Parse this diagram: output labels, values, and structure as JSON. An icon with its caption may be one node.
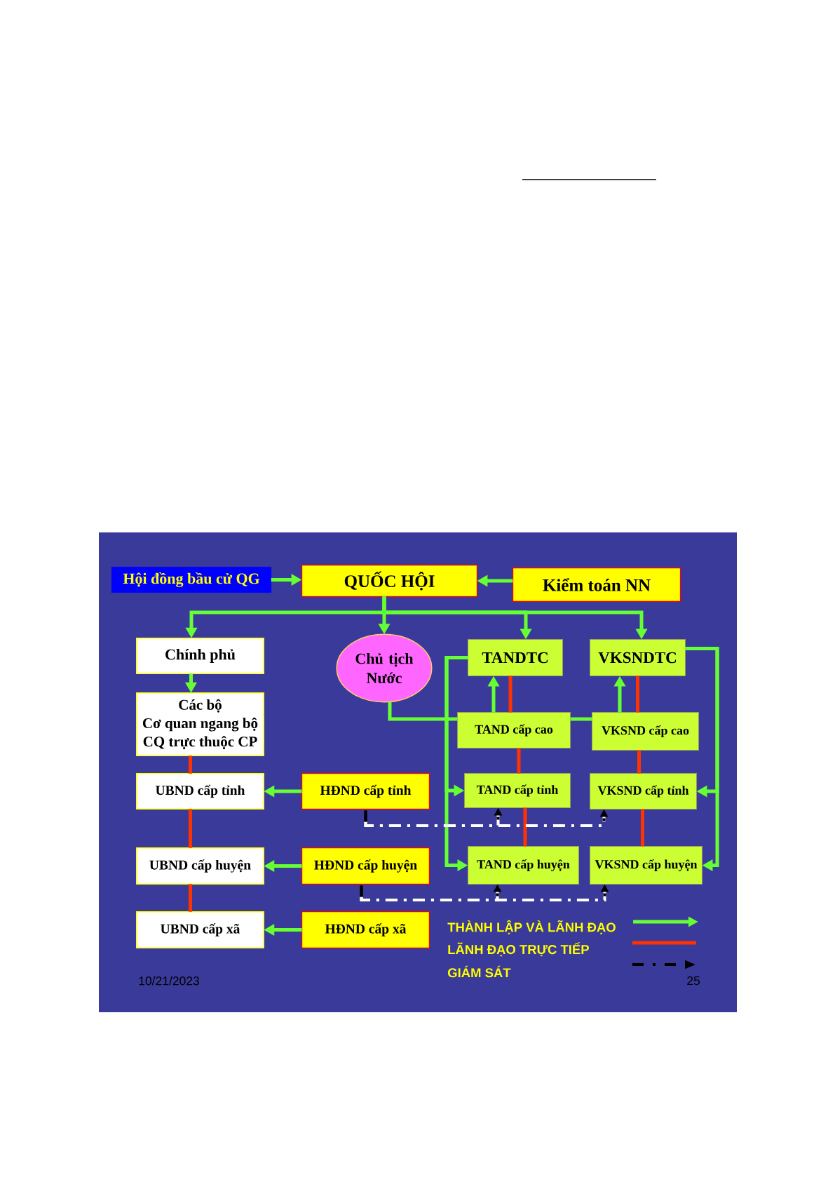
{
  "diagram": {
    "nodes": [
      {
        "text": [
          "Hội đồng bầu cử QG"
        ]
      },
      {
        "text": [
          "QUỐC HỘI"
        ]
      },
      {
        "text": [
          "Kiểm toán NN"
        ]
      },
      {
        "text": [
          "Chính phủ"
        ]
      },
      {
        "text": [
          "Chủ tịch Nước"
        ]
      },
      {
        "text": [
          "TANDTC"
        ]
      },
      {
        "text": [
          "VKSNDTC"
        ]
      },
      {
        "text": [
          "Các bộ",
          "Cơ quan ngang bộ",
          "CQ trực thuộc CP"
        ]
      },
      {
        "text": [
          "TAND cấp cao"
        ]
      },
      {
        "text": [
          "VKSND cấp cao"
        ]
      },
      {
        "text": [
          "UBND cấp tỉnh"
        ]
      },
      {
        "text": [
          "HĐND cấp tỉnh"
        ]
      },
      {
        "text": [
          "TAND cấp tỉnh"
        ]
      },
      {
        "text": [
          "VKSND cấp tỉnh"
        ]
      },
      {
        "text": [
          "UBND cấp huyện"
        ]
      },
      {
        "text": [
          "HĐND cấp huyện"
        ]
      },
      {
        "text": [
          "TAND cấp huyện"
        ]
      },
      {
        "text": [
          "VKSND cấp huyện"
        ]
      },
      {
        "text": [
          "UBND cấp xã"
        ]
      },
      {
        "text": [
          "HĐND cấp xã"
        ]
      }
    ],
    "edges": [
      {
        "from": 0,
        "to": 1,
        "arrow": "to"
      },
      {
        "from": 2,
        "to": 1,
        "arrow": "to"
      },
      {
        "from": 1,
        "to": 3,
        "arrow": "to"
      },
      {
        "from": 1,
        "to": 4,
        "arrow": "to"
      },
      {
        "from": 1,
        "to": 5,
        "arrow": "to"
      },
      {
        "from": 1,
        "to": 6,
        "arrow": "to"
      },
      {
        "from": 3,
        "to": 7,
        "arrow": "to"
      },
      {
        "from": 4,
        "to": 8,
        "arrow": "none"
      },
      {
        "from": 8,
        "to": 9,
        "arrow": "none"
      },
      {
        "from": 8,
        "to": 5,
        "arrow": "to"
      },
      {
        "from": 9,
        "to": 6,
        "arrow": "to"
      },
      {
        "from": 5,
        "to": 8,
        "arrow": "none",
        "color": "#ff3300"
      },
      {
        "from": 6,
        "to": 9,
        "arrow": "none",
        "color": "#ff3300"
      },
      {
        "from": 5,
        "to": 12,
        "arrow": "to"
      },
      {
        "from": 5,
        "to": 16,
        "arrow": "to"
      },
      {
        "from": 6,
        "to": 13,
        "arrow": "to"
      },
      {
        "from": 6,
        "to": 17,
        "arrow": "to"
      },
      {
        "from": 8,
        "to": 12,
        "arrow": "none",
        "color": "#ff3300"
      },
      {
        "from": 9,
        "to": 13,
        "arrow": "none",
        "color": "#ff3300"
      },
      {
        "from": 12,
        "to": 16,
        "arrow": "none",
        "color": "#ff3300"
      },
      {
        "from": 13,
        "to": 17,
        "arrow": "none",
        "color": "#ff3300"
      },
      {
        "from": 7,
        "to": 10,
        "arrow": "none",
        "color": "#ff3300"
      },
      {
        "from": 10,
        "to": 14,
        "arrow": "none",
        "color": "#ff3300"
      },
      {
        "from": 14,
        "to": 18,
        "arrow": "none",
        "color": "#ff3300"
      },
      {
        "from": 11,
        "to": 10,
        "arrow": "to"
      },
      {
        "from": 15,
        "to": 14,
        "arrow": "to"
      },
      {
        "from": 19,
        "to": 18,
        "arrow": "to"
      },
      {
        "from": 11,
        "to": 12,
        "arrow": "to",
        "style": "dashed",
        "color": "#ffffff"
      },
      {
        "from": 11,
        "to": 13,
        "arrow": "to",
        "style": "dashed",
        "color": "#ffffff"
      },
      {
        "from": 15,
        "to": 16,
        "arrow": "to",
        "style": "dashed",
        "color": "#ffffff"
      },
      {
        "from": 15,
        "to": 17,
        "arrow": "to",
        "style": "dashed",
        "color": "#ffffff"
      }
    ],
    "labels": [
      "10/21/2023",
      "25"
    ],
    "legend": [
      {
        "text": "THÀNH LẬP VÀ LÃNH ĐẠO"
      },
      {
        "text": "LÃNH ĐẠO TRỰC TIẾP"
      },
      {
        "text": "GIÁM SÁT"
      }
    ]
  }
}
